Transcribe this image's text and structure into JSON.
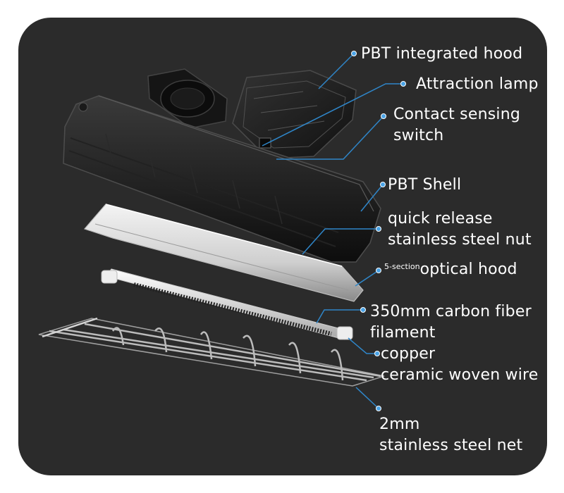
{
  "diagram": {
    "labels": {
      "pbt_integrated_hood": "PBT integrated hood",
      "attraction_lamp": "Attraction lamp",
      "contact_sensing_line1": "Contact sensing",
      "contact_sensing_line2": "switch",
      "pbt_shell": "PBT Shell",
      "quick_release_line1": "quick release",
      "quick_release_line2": "stainless steel nut",
      "optical_hood_prefix": "5-section",
      "optical_hood_main": "optical hood",
      "filament_line1": "350mm carbon fiber",
      "filament_line2": "filament",
      "copper_line1": "copper",
      "copper_line2": "ceramic woven wire",
      "net_line1": "2mm",
      "net_line2": "stainless steel net"
    },
    "colors": {
      "background": "#2b2b2b",
      "leader_line": "#2f86c9",
      "dot": "#4aa3e6",
      "text": "#ffffff"
    }
  }
}
